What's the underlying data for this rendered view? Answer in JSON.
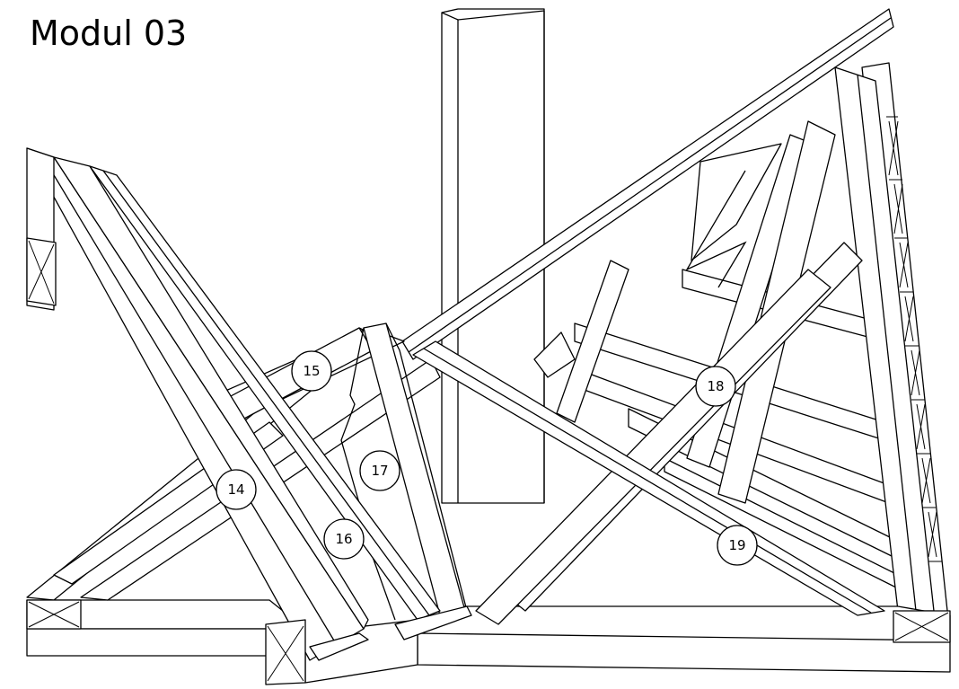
{
  "title": "Modul 03",
  "part_labels": [
    {
      "id": "14",
      "text": "14"
    },
    {
      "id": "15",
      "text": "15"
    },
    {
      "id": "16",
      "text": "16"
    },
    {
      "id": "17",
      "text": "17"
    },
    {
      "id": "18",
      "text": "18"
    },
    {
      "id": "19",
      "text": "19"
    }
  ]
}
